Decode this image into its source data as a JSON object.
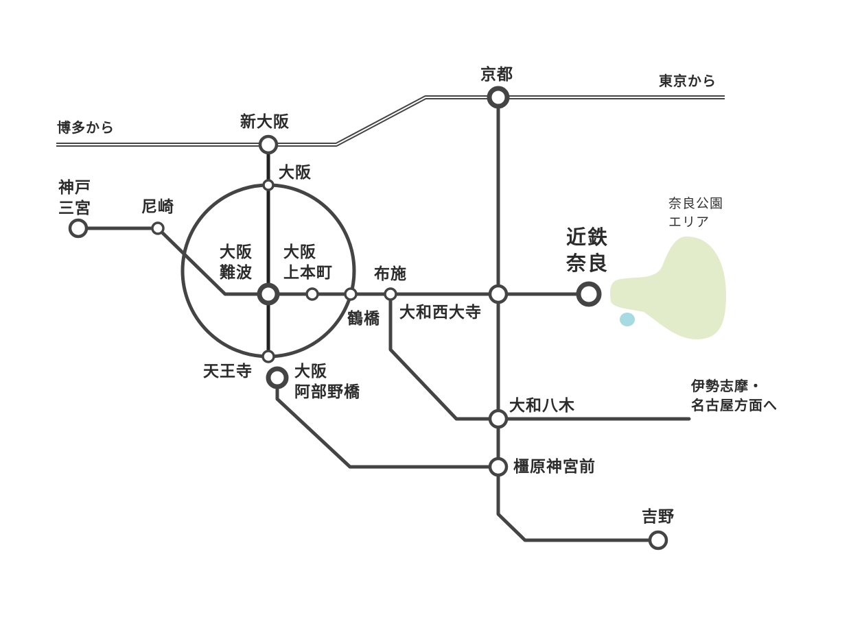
{
  "colors": {
    "line": "#444444",
    "station_fill": "#ffffff",
    "park_green": "#e2ecca",
    "pond_blue": "#a6dbe2",
    "text": "#2b2b2b"
  },
  "shinkansen": {
    "west_label": "博多から",
    "east_label": "東京から"
  },
  "stations": {
    "kyoto": "京都",
    "shin_osaka": "新大阪",
    "osaka": "大阪",
    "kobe_sannomiya": "神戸\n三宮",
    "amagasaki": "尼崎",
    "osaka_namba": "大阪\n難波",
    "osaka_uehommachi": "大阪\n上本町",
    "fuse": "布施",
    "tsuruhashi": "鶴橋",
    "yamato_saidaiji": "大和西大寺",
    "kintetsu_nara": "近鉄\n奈良",
    "tennoji": "天王寺",
    "osaka_abenobashi": "大阪\n阿部野橋",
    "yamato_yagi": "大和八木",
    "kashiharajingu_mae": "橿原神宮前",
    "yoshino": "吉野"
  },
  "areas": {
    "nara_park": "奈良公園\nエリア",
    "ise_nagoya": "伊勢志摩・\n名古屋方面へ"
  }
}
